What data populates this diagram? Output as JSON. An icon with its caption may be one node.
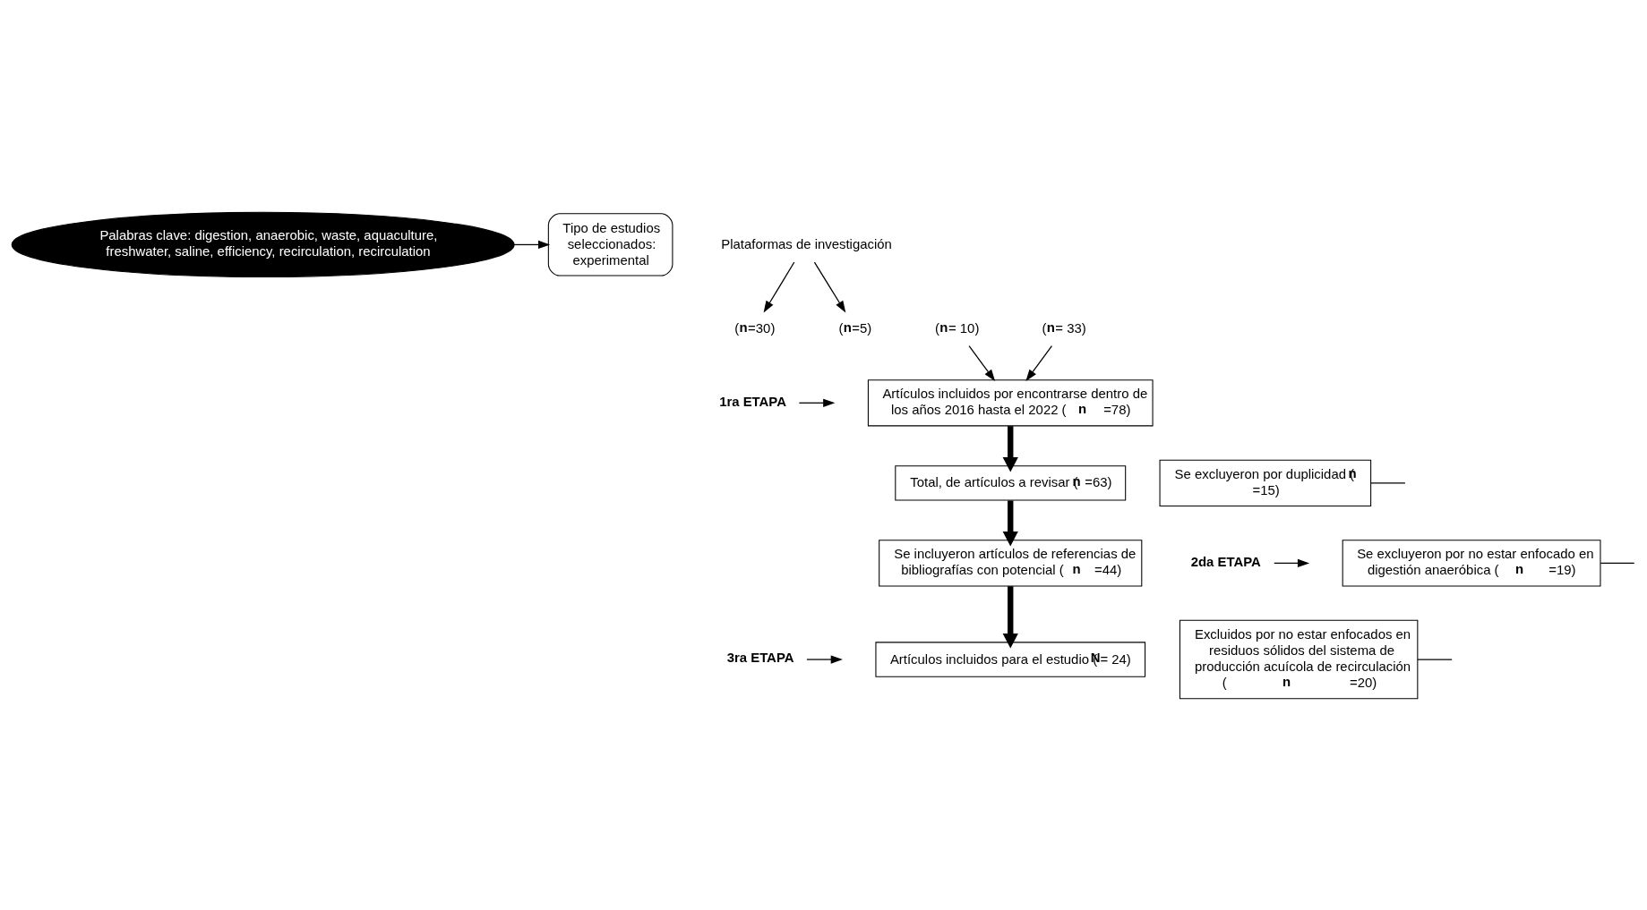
{
  "diagram": {
    "nodes": [
      {
        "text": [
          "Palabras clave: digestion, anaerobic, waste, aquaculture, freshwater, saline, efficiency, recirculation, recirculation"
        ]
      },
      {
        "text": [
          "Tipo de estudios seleccionados: experimental"
        ]
      },
      {
        "text": [
          "Plataformas de investigación"
        ]
      },
      {
        "text": [
          "(**n**=30)"
        ]
      },
      {
        "text": [
          "(**n**= 10)"
        ]
      },
      {
        "text": [
          "(**n**= 33)"
        ]
      },
      {
        "text": [
          "(**n**=5)"
        ]
      },
      {
        "text": [
          "1ra ETAPA"
        ]
      },
      {
        "text": [
          "Artículos incluidos por encontrarse dentro de los años 2016 hasta el 2022 (**n**=78)"
        ]
      },
      {
        "text": [
          "Se excluyeron por duplicidad (**n** =15)"
        ]
      },
      {
        "text": [
          "Total, de artículos a revisar (**n** =63)"
        ]
      },
      {
        "text": [
          "2da ETAPA"
        ]
      },
      {
        "text": [
          "Se excluyeron por no estar enfocado en digestión anaeróbica (**n** =19)"
        ]
      },
      {
        "text": [
          "Se incluyeron artículos de referencias de bibliografías con potencial (**n**=44)"
        ]
      },
      {
        "text": [
          "Excluidos por no estar enfocados en residuos sólidos del sistema de producción acuícola de recirculación (**n** =20)"
        ]
      },
      {
        "text": [
          "3ra ETAPA"
        ]
      },
      {
        "text": [
          "Artículos incluidos para el estudio (**N**= 24)"
        ]
      }
    ],
    "edges": [
      {
        "from": 0,
        "to": 1,
        "arrow": "to"
      },
      {
        "from": 2,
        "to": 3,
        "arrow": "to"
      },
      {
        "from": 2,
        "to": 6,
        "arrow": "to"
      },
      {
        "from": 4,
        "to": 8,
        "arrow": "to"
      },
      {
        "from": 5,
        "to": 8,
        "arrow": "to"
      },
      {
        "from": 7,
        "to": null,
        "arrow": "to"
      },
      {
        "from": 8,
        "to": 10,
        "arrow": "to",
        "style": "thick"
      },
      {
        "from": 9,
        "to": null,
        "arrow": "none"
      },
      {
        "from": 11,
        "to": null,
        "arrow": "to"
      },
      {
        "from": 10,
        "to": 13,
        "arrow": "to",
        "style": "thick"
      },
      {
        "from": 12,
        "to": null,
        "arrow": "none"
      },
      {
        "from": 15,
        "to": null,
        "arrow": "to"
      },
      {
        "from": 13,
        "to": 16,
        "arrow": "to",
        "style": "thick"
      },
      {
        "from": 14,
        "to": null,
        "arrow": "none"
      }
    ]
  }
}
